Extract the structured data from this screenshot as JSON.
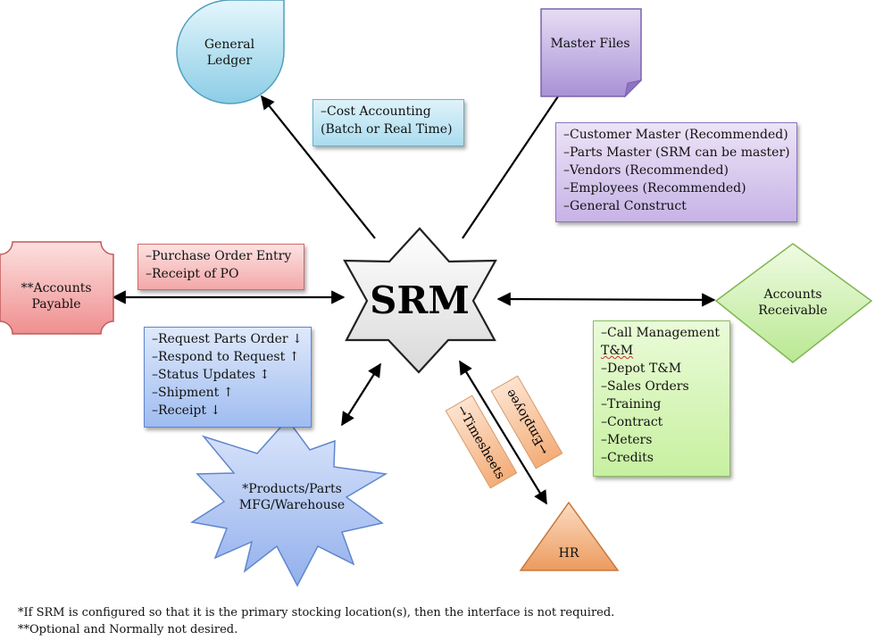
{
  "center": {
    "label": "SRM"
  },
  "nodes": {
    "general_ledger": "General Ledger",
    "master_files": "Master Files",
    "accounts_payable": "**Accounts Payable",
    "accounts_receivable": "Accounts Receivable",
    "products_parts": "*Products/Parts MFG/Warehouse",
    "hr": "HR"
  },
  "notes": {
    "cost_accounting": [
      "–Cost Accounting",
      "(Batch or Real Time)"
    ],
    "master_files": [
      "–Customer Master (Recommended)",
      "–Parts Master (SRM can be master)",
      "–Vendors (Recommended)",
      "–Employees (Recommended)",
      "–General Construct"
    ],
    "purchase_order": [
      "–Purchase Order Entry",
      "–Receipt of PO"
    ],
    "parts_order": [
      "–Request Parts Order ↓",
      "–Respond to Request ↑",
      "–Status Updates ↕",
      "–Shipment ↑",
      "–Receipt ↓"
    ],
    "accounts_receivable": [
      "–Call Management",
      "T&M",
      "–Depot T&M",
      "–Sales Orders",
      "–Training",
      "–Contract",
      "–Meters",
      "–Credits"
    ]
  },
  "tags": {
    "timesheets": "→Timesheets",
    "employee": "←Employee"
  },
  "footnotes": [
    "*If SRM is configured so that it is the primary stocking location(s), then the interface is not required.",
    "**Optional and Normally not desired."
  ],
  "colors": {
    "star_fill": "#f0f0f0",
    "general_ledger": "#a9dcef",
    "master_files": "#c2aee3",
    "accounts_payable": "#f3a0a0",
    "accounts_receivable": "#c8f0a8",
    "products_parts": "#a8bef0",
    "hr": "#f4b483",
    "tag": "#f8c39a"
  }
}
